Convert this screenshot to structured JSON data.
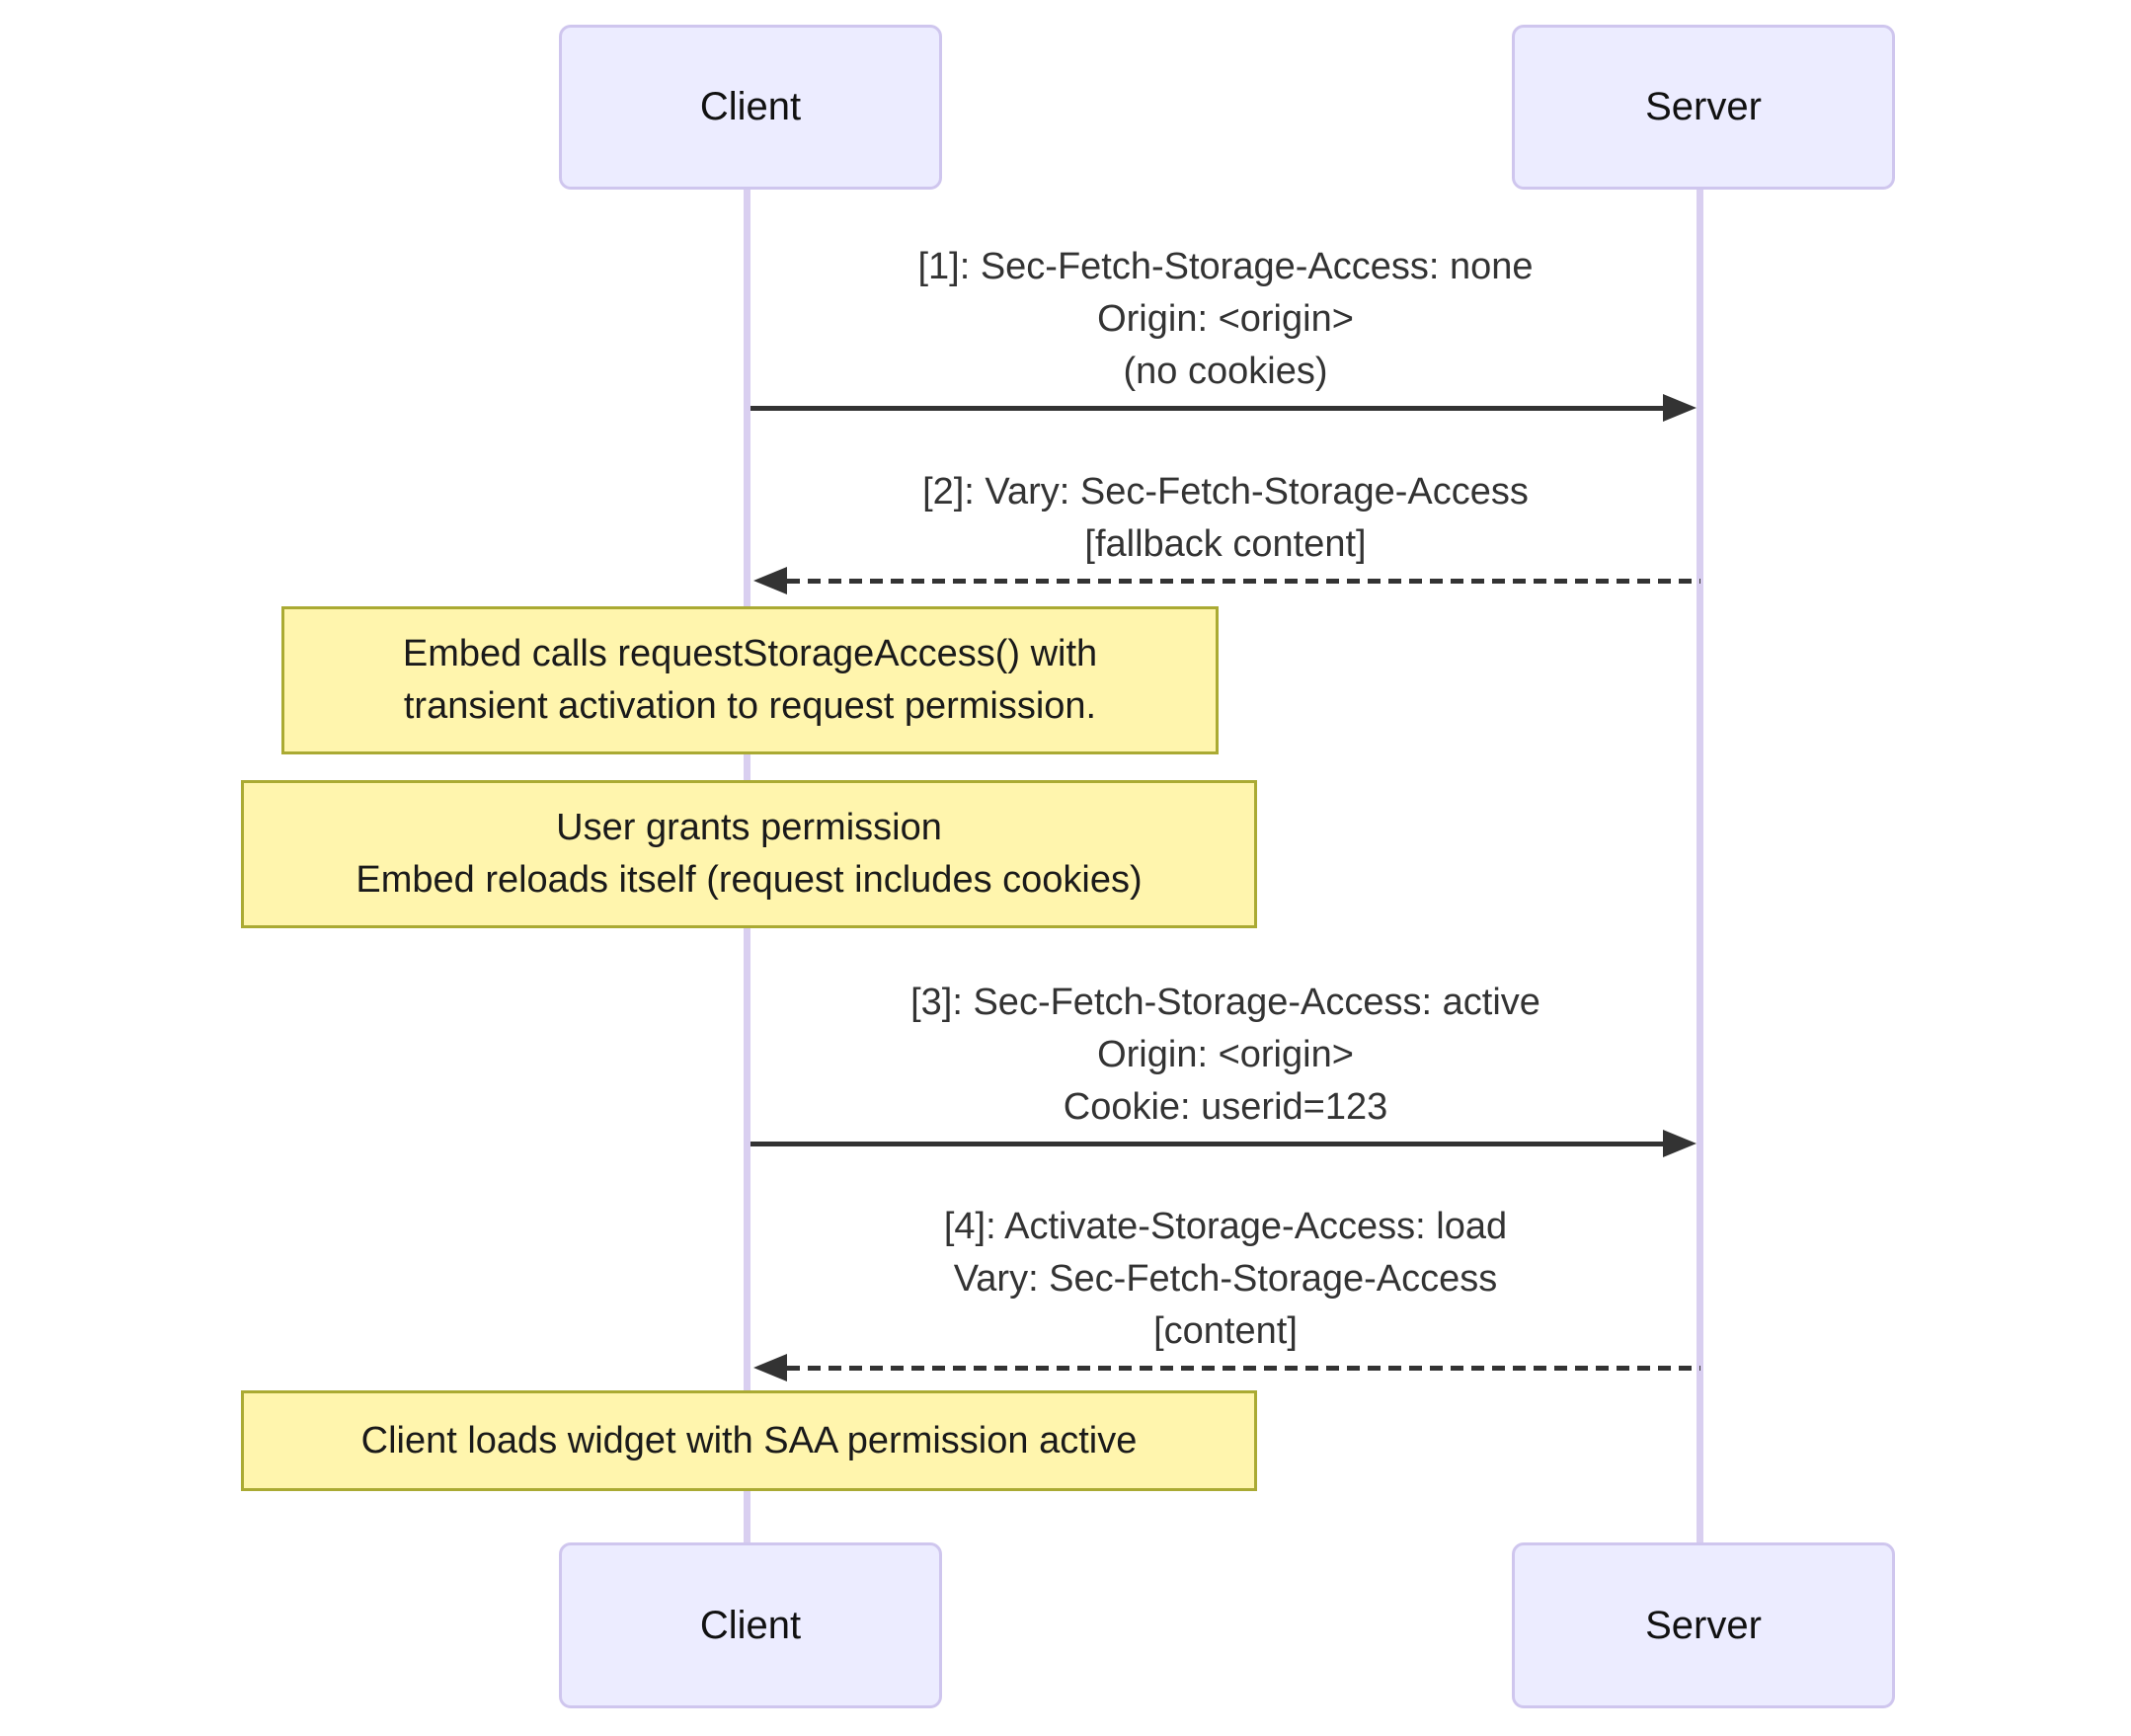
{
  "colors": {
    "actor_fill": "#ECECFF",
    "actor_border": "#CFC6EE",
    "lifeline": "#D9CFF0",
    "note_fill": "#FFF5AD",
    "note_border": "#AAAA33",
    "arrow": "#333333",
    "text": "#333333"
  },
  "actors": {
    "client": "Client",
    "server": "Server"
  },
  "messages": [
    {
      "from": "Client",
      "to": "Server",
      "style": "solid",
      "direction": "right",
      "lines": [
        "[1]: Sec-Fetch-Storage-Access: none",
        "Origin: <origin>",
        "(no cookies)"
      ]
    },
    {
      "from": "Server",
      "to": "Client",
      "style": "dashed",
      "direction": "left",
      "lines": [
        "[2]: Vary: Sec-Fetch-Storage-Access",
        "[fallback content]"
      ]
    },
    {
      "from": "Client",
      "to": "Server",
      "style": "solid",
      "direction": "right",
      "lines": [
        "[3]: Sec-Fetch-Storage-Access: active",
        "Origin: <origin>",
        "Cookie: userid=123"
      ]
    },
    {
      "from": "Server",
      "to": "Client",
      "style": "dashed",
      "direction": "left",
      "lines": [
        "[4]: Activate-Storage-Access: load",
        "Vary: Sec-Fetch-Storage-Access",
        "[content]"
      ]
    }
  ],
  "notes": [
    {
      "lines": [
        "Embed calls requestStorageAccess() with",
        "transient activation to request permission."
      ]
    },
    {
      "lines": [
        "User grants permission",
        "Embed reloads itself (request includes cookies)"
      ]
    },
    {
      "lines": [
        "Client loads widget with SAA permission active"
      ]
    }
  ]
}
